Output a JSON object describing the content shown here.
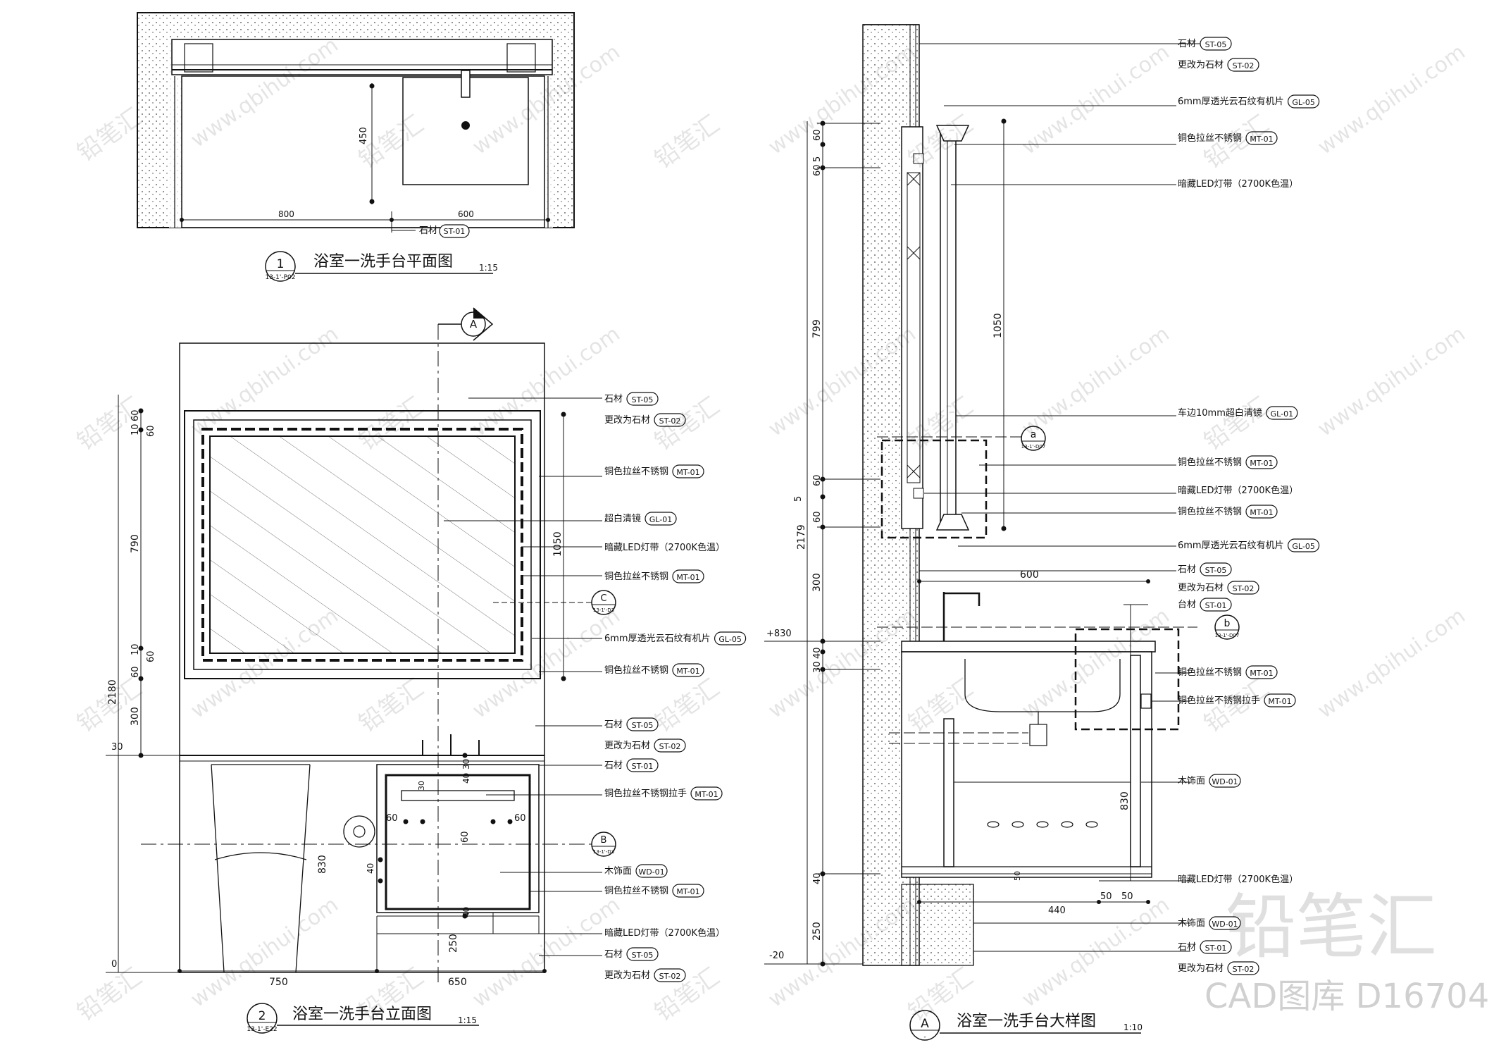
{
  "drawings": {
    "plan": {
      "num": "1",
      "ref": "13-1'-P02",
      "title": "浴室一洗手台平面图",
      "scale": "1:15",
      "dims": [
        "450",
        "800",
        "600"
      ],
      "labels": [
        {
          "text": "石材",
          "code": "ST-01"
        }
      ]
    },
    "elevation": {
      "num": "2",
      "ref": "13-1'-E22",
      "title": "浴室一洗手台立面图",
      "scale": "1:15",
      "section_a": "A",
      "callout_c": {
        "letter": "C",
        "ref": "13-1'-D3"
      },
      "callout_b": {
        "letter": "B",
        "ref": "13-1'-D3"
      },
      "left_dims": [
        "60",
        "10",
        "60",
        "790",
        "10",
        "60",
        "60",
        "300"
      ],
      "total_dim": "2180",
      "level_30": "30",
      "level_0": "0",
      "dim_1050": "1050",
      "bottom_dims": [
        "750",
        "650"
      ],
      "cabinet_dims": [
        "40",
        "30",
        "30",
        "60",
        "60",
        "60",
        "40",
        "830",
        "40",
        "250"
      ],
      "labels": [
        {
          "text": "石材",
          "code": "ST-05"
        },
        {
          "text": "更改为石材",
          "code": "ST-02"
        },
        {
          "text": "铜色拉丝不锈钢",
          "code": "MT-01"
        },
        {
          "text": "超白清镜",
          "code": "GL-01"
        },
        {
          "text": "暗藏LED灯带（2700K色温）",
          "code": ""
        },
        {
          "text": "铜色拉丝不锈钢",
          "code": "MT-01"
        },
        {
          "text": "6mm厚透光云石纹有机片",
          "code": "GL-05"
        },
        {
          "text": "铜色拉丝不锈钢",
          "code": "MT-01"
        },
        {
          "text": "石材",
          "code": "ST-05"
        },
        {
          "text": "更改为石材",
          "code": "ST-02"
        },
        {
          "text": "石材",
          "code": "ST-01"
        },
        {
          "text": "铜色拉丝不锈钢拉手",
          "code": "MT-01"
        },
        {
          "text": "木饰面",
          "code": "WD-01"
        },
        {
          "text": "铜色拉丝不锈钢",
          "code": "MT-01"
        },
        {
          "text": "暗藏LED灯带（2700K色温）",
          "code": ""
        },
        {
          "text": "石材",
          "code": "ST-05"
        },
        {
          "text": "更改为石材",
          "code": "ST-02"
        }
      ]
    },
    "detail": {
      "num": "A",
      "ref": "-",
      "title": "浴室一洗手台大样图",
      "scale": "1:10",
      "callout_a": {
        "letter": "a",
        "ref": "13-1'-D07"
      },
      "callout_b": {
        "letter": "b",
        "ref": "13-1'-D07"
      },
      "left_dims": [
        "60",
        "5",
        "60",
        "799",
        "60",
        "5",
        "60",
        "300",
        "40",
        "30",
        "40",
        "250"
      ],
      "total_dim": "2179",
      "level_830": "+830",
      "level_m20": "-20",
      "dim_1050": "1050",
      "dim_600": "600",
      "dim_830": "830",
      "bottom_dims": [
        "440",
        "50",
        "50",
        "50"
      ],
      "labels": [
        {
          "text": "石材",
          "code": "ST-05"
        },
        {
          "text": "更改为石材",
          "code": "ST-02"
        },
        {
          "text": "6mm厚透光云石纹有机片",
          "code": "GL-05"
        },
        {
          "text": "铜色拉丝不锈钢",
          "code": "MT-01"
        },
        {
          "text": "暗藏LED灯带（2700K色温）",
          "code": ""
        },
        {
          "text": "车边10mm超白清镜",
          "code": "GL-01"
        },
        {
          "text": "铜色拉丝不锈钢",
          "code": "MT-01"
        },
        {
          "text": "暗藏LED灯带（2700K色温）",
          "code": ""
        },
        {
          "text": "铜色拉丝不锈钢",
          "code": "MT-01"
        },
        {
          "text": "6mm厚透光云石纹有机片",
          "code": "GL-05"
        },
        {
          "text": "石材",
          "code": "ST-05"
        },
        {
          "text": "更改为石材",
          "code": "ST-02"
        },
        {
          "text": "台材",
          "code": "ST-01"
        },
        {
          "text": "铜色拉丝不锈钢",
          "code": "MT-01"
        },
        {
          "text": "铜色拉丝不锈钢拉手",
          "code": "MT-01"
        },
        {
          "text": "木饰面",
          "code": "WD-01"
        },
        {
          "text": "暗藏LED灯带（2700K色温）",
          "code": ""
        },
        {
          "text": "木饰面",
          "code": "WD-01"
        },
        {
          "text": "石材",
          "code": "ST-01"
        },
        {
          "text": "更改为石材",
          "code": "ST-02"
        }
      ]
    }
  },
  "watermark": {
    "brand": "铅笔汇",
    "url": "www.qbihui.com",
    "footer": "CAD图库 D16704"
  }
}
